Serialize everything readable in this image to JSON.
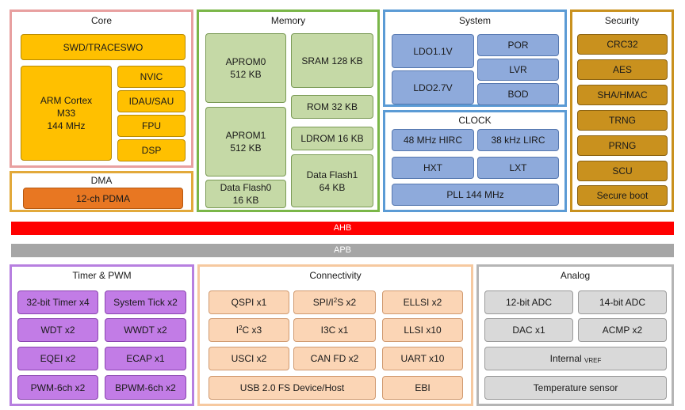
{
  "core": {
    "title": "Core",
    "swd": "SWD/TRACESWO",
    "cpu": "ARM Cortex\nM33\n144 MHz",
    "nvic": "NVIC",
    "idau": "IDAU/SAU",
    "fpu": "FPU",
    "dsp": "DSP"
  },
  "dma": {
    "title": "DMA",
    "pdma": "12-ch PDMA"
  },
  "memory": {
    "title": "Memory",
    "aprom0": "APROM0\n512 KB",
    "aprom1": "APROM1\n512 KB",
    "dataflash0": "Data Flash0\n16 KB",
    "sram": "SRAM 128 KB",
    "rom": "ROM 32 KB",
    "ldrom": "LDROM 16 KB",
    "dataflash1": "Data Flash1\n64 KB"
  },
  "system": {
    "title": "System",
    "ldo11": "LDO1.1V",
    "ldo27": "LDO2.7V",
    "por": "POR",
    "lvr": "LVR",
    "bod": "BOD"
  },
  "clock": {
    "title": "CLOCK",
    "hirc": "48 MHz HIRC",
    "lirc": "38 kHz LIRC",
    "hxt": "HXT",
    "lxt": "LXT",
    "pll": "PLL 144 MHz"
  },
  "security": {
    "title": "Security",
    "items": [
      "CRC32",
      "AES",
      "SHA/HMAC",
      "TRNG",
      "PRNG",
      "SCU",
      "Secure boot"
    ]
  },
  "bus": {
    "ahb": "AHB",
    "apb": "APB"
  },
  "timer": {
    "title": "Timer & PWM",
    "items": [
      "32-bit Timer x4",
      "System Tick x2",
      "WDT x2",
      "WWDT x2",
      "EQEI x2",
      "ECAP x1",
      "PWM-6ch x2",
      "BPWM-6ch x2"
    ]
  },
  "connectivity": {
    "title": "Connectivity",
    "qspi": "QSPI x1",
    "spi_pre": "SPI/I",
    "spi_sup": "2",
    "spi_post": "S x2",
    "ellsi": "ELLSI x2",
    "i2c_pre": "I",
    "i2c_sup": "2",
    "i2c_post": "C x3",
    "i3c": "I3C x1",
    "llsi": "LLSI x10",
    "usci": "USCI x2",
    "canfd": "CAN FD x2",
    "uart": "UART x10",
    "usb": "USB 2.0 FS Device/Host",
    "ebi": "EBI"
  },
  "analog": {
    "title": "Analog",
    "adc12": "12-bit ADC",
    "adc14": "14-bit ADC",
    "dac": "DAC x1",
    "acmp": "ACMP x2",
    "vref_pre": "Internal ",
    "vref_sub": "VREF",
    "temp": "Temperature sensor"
  },
  "colors": {
    "core_border": "#e8a0a0",
    "dma_border": "#e2a93a",
    "memory_border": "#7ab648",
    "system_border": "#5b9bd5",
    "security_border": "#c9911e",
    "ahb": "#ff0000",
    "apb": "#a6a6a6",
    "timer_border": "#b77fe0",
    "connectivity_border": "#f6c9a0",
    "analog_border": "#b5b5b5"
  }
}
